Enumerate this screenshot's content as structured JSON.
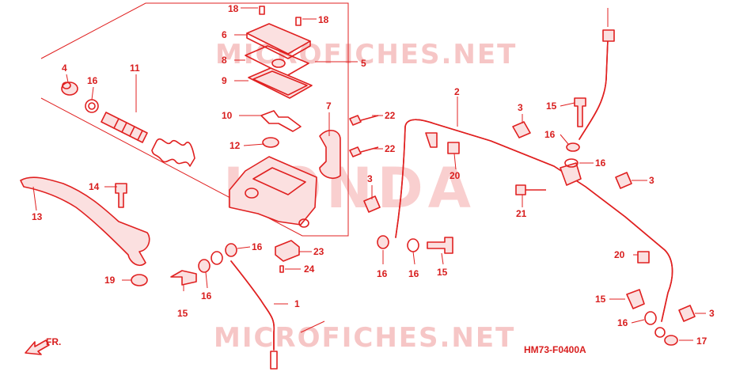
{
  "watermark_top": "MICROFICHES.NET",
  "watermark_bottom": "MICROFICHES.NET",
  "brand_watermark": "HONDA",
  "diagram_code": "HM73-F0400A",
  "direction_label": "FR.",
  "callouts": [
    {
      "id": "c1",
      "label": "1"
    },
    {
      "id": "c2",
      "label": "2"
    },
    {
      "id": "c3a",
      "label": "3"
    },
    {
      "id": "c3b",
      "label": "3"
    },
    {
      "id": "c3c",
      "label": "3"
    },
    {
      "id": "c3d",
      "label": "3"
    },
    {
      "id": "c4",
      "label": "4"
    },
    {
      "id": "c5",
      "label": "5"
    },
    {
      "id": "c6",
      "label": "6"
    },
    {
      "id": "c7",
      "label": "7"
    },
    {
      "id": "c8",
      "label": "8"
    },
    {
      "id": "c9",
      "label": "9"
    },
    {
      "id": "c10",
      "label": "10"
    },
    {
      "id": "c11",
      "label": "11"
    },
    {
      "id": "c12",
      "label": "12"
    },
    {
      "id": "c13",
      "label": "13"
    },
    {
      "id": "c14",
      "label": "14"
    },
    {
      "id": "c15a",
      "label": "15"
    },
    {
      "id": "c15b",
      "label": "15"
    },
    {
      "id": "c15c",
      "label": "15"
    },
    {
      "id": "c15d",
      "label": "15"
    },
    {
      "id": "c16a",
      "label": "16"
    },
    {
      "id": "c16b",
      "label": "16"
    },
    {
      "id": "c16c",
      "label": "16"
    },
    {
      "id": "c16d",
      "label": "16"
    },
    {
      "id": "c16e",
      "label": "16"
    },
    {
      "id": "c16f",
      "label": "16"
    },
    {
      "id": "c16g",
      "label": "16"
    },
    {
      "id": "c16h",
      "label": "16"
    },
    {
      "id": "c17",
      "label": "17"
    },
    {
      "id": "c18a",
      "label": "18"
    },
    {
      "id": "c18b",
      "label": "18"
    },
    {
      "id": "c19",
      "label": "19"
    },
    {
      "id": "c20a",
      "label": "20"
    },
    {
      "id": "c20b",
      "label": "20"
    },
    {
      "id": "c21",
      "label": "21"
    },
    {
      "id": "c22a",
      "label": "22"
    },
    {
      "id": "c22b",
      "label": "22"
    },
    {
      "id": "c23",
      "label": "23"
    },
    {
      "id": "c24",
      "label": "24"
    }
  ]
}
